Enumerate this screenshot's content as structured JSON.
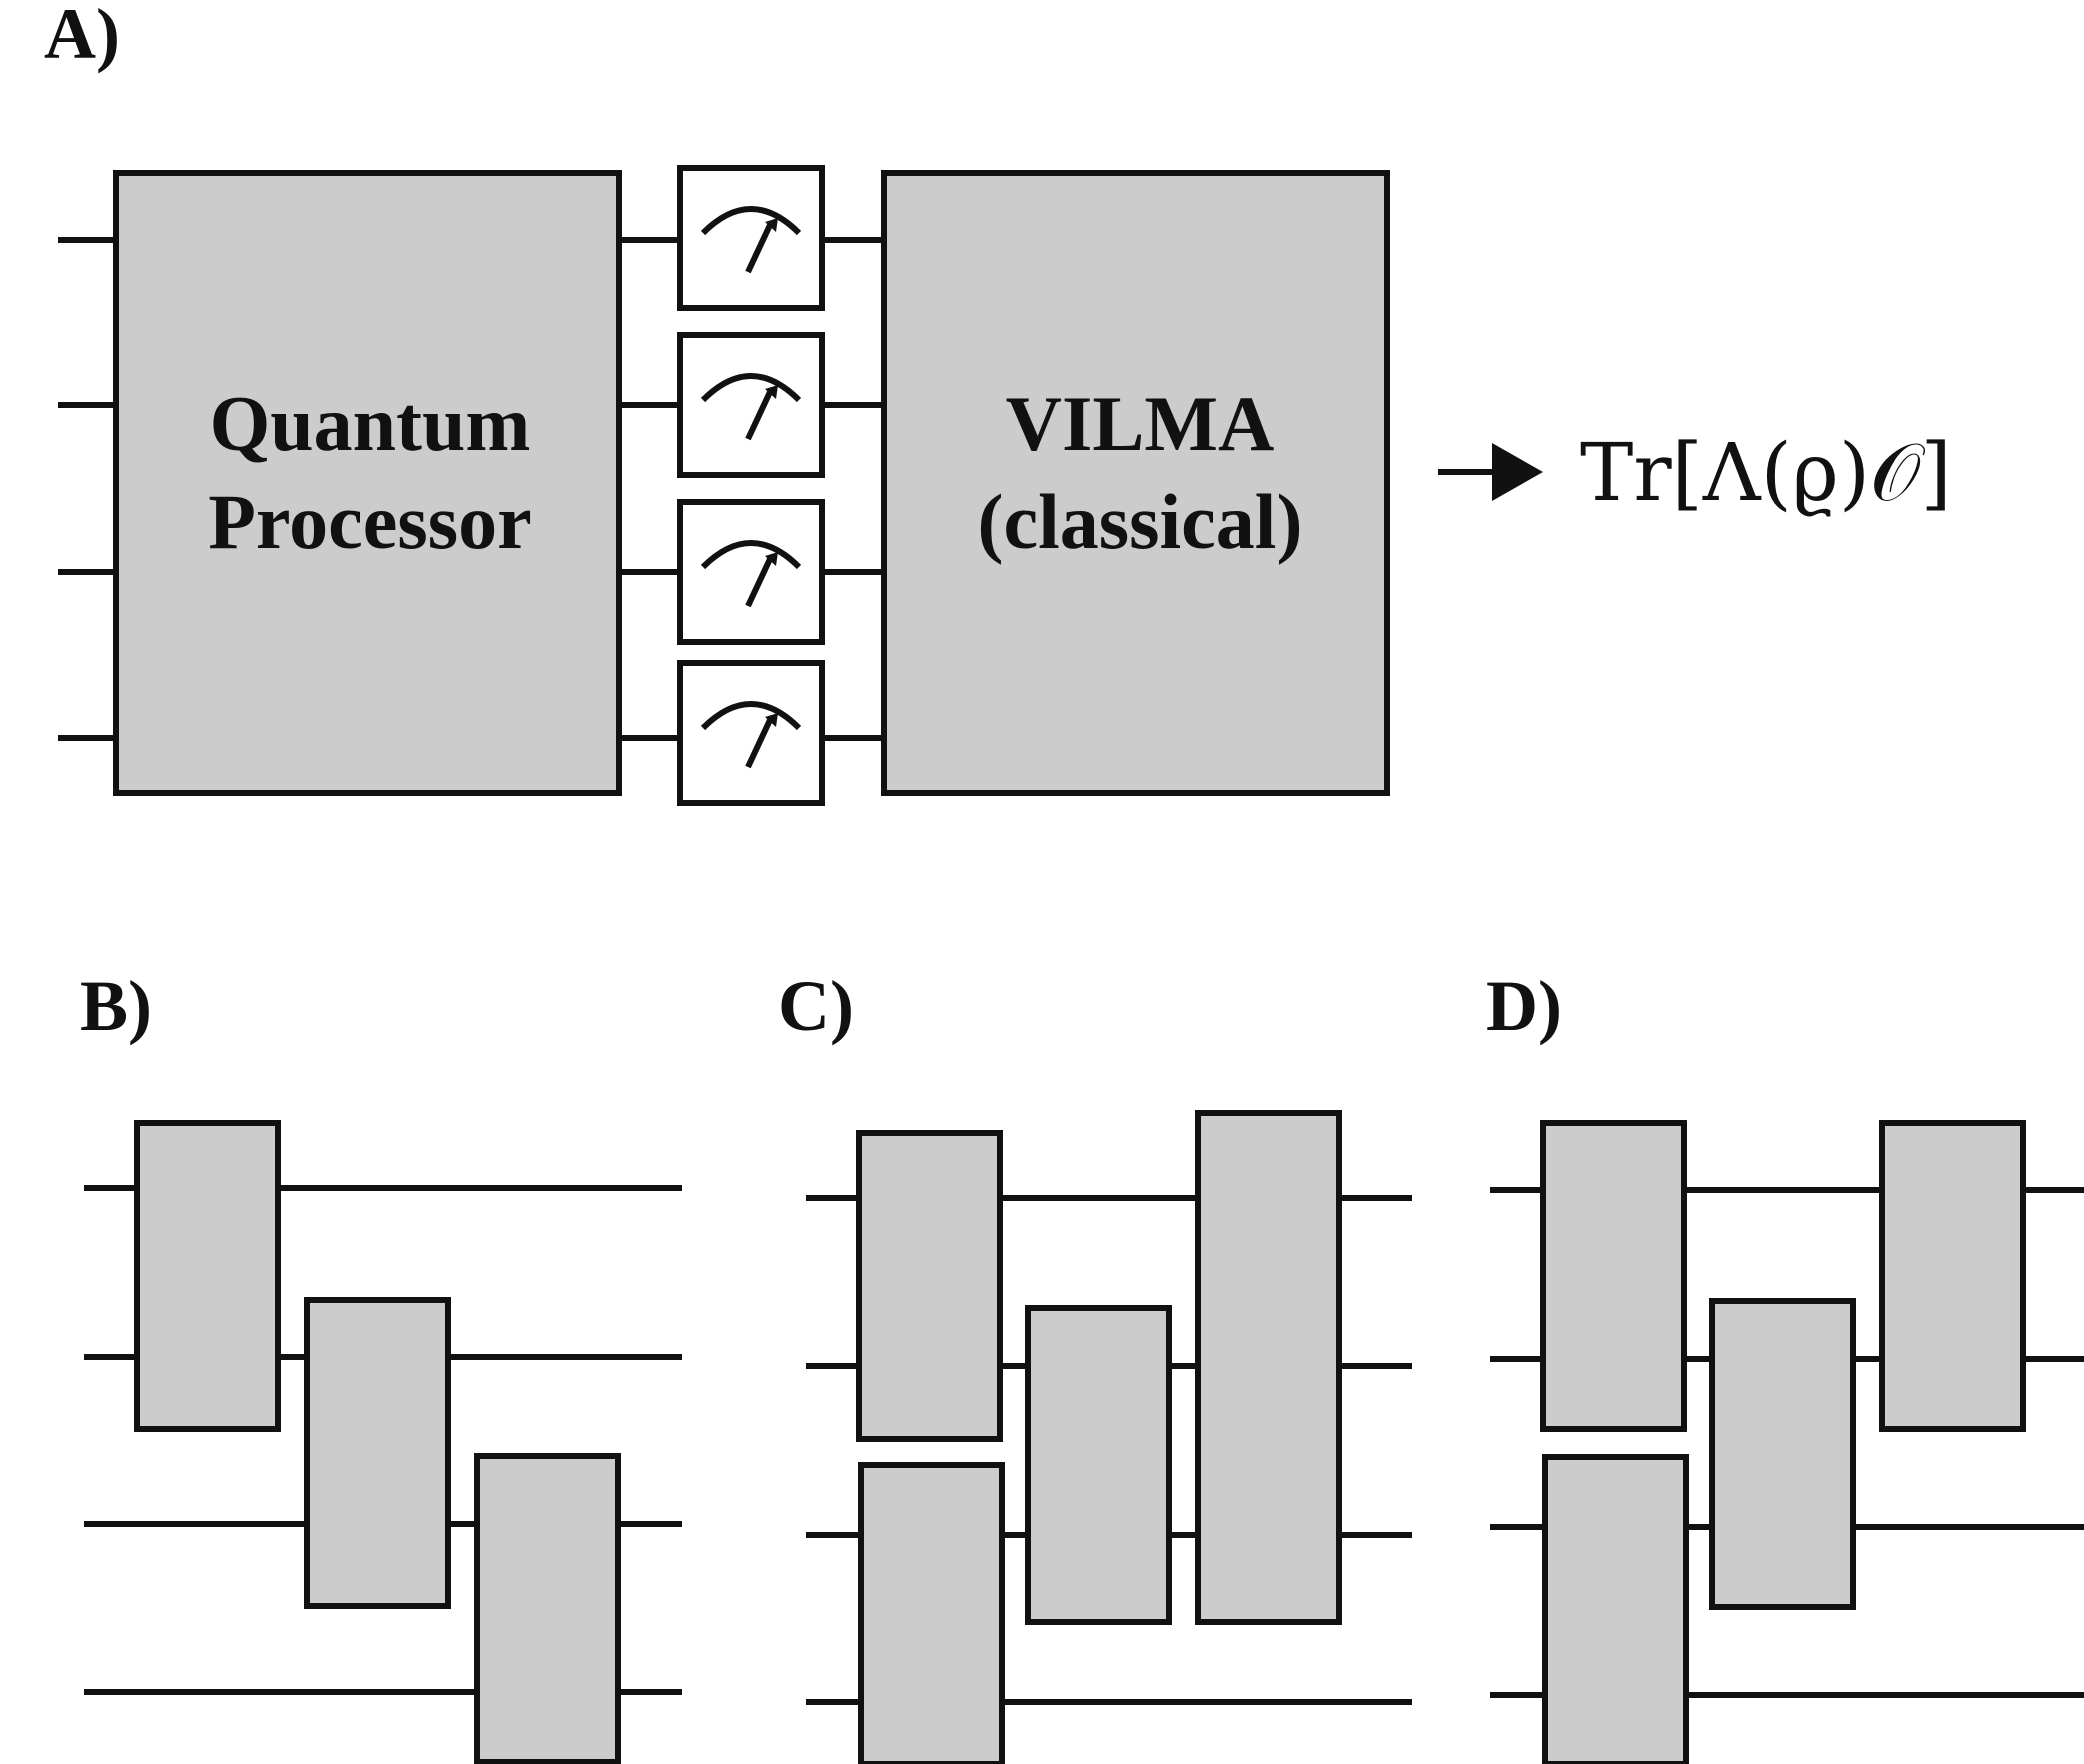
{
  "panels": {
    "a": {
      "label": "A)"
    },
    "b": {
      "label": "B)"
    },
    "c": {
      "label": "C)"
    },
    "d": {
      "label": "D)"
    }
  },
  "quantum_block": {
    "line1": "Quantum",
    "line2": "Processor"
  },
  "vilma_block": {
    "line1": "VILMA",
    "line2": "(classical)"
  },
  "output_formula": "Tr[Λ(ϱ)𝒪]",
  "measurement_count": 4,
  "colors": {
    "block_fill": "#cccccc",
    "stroke": "#111111",
    "background": "#ffffff"
  }
}
